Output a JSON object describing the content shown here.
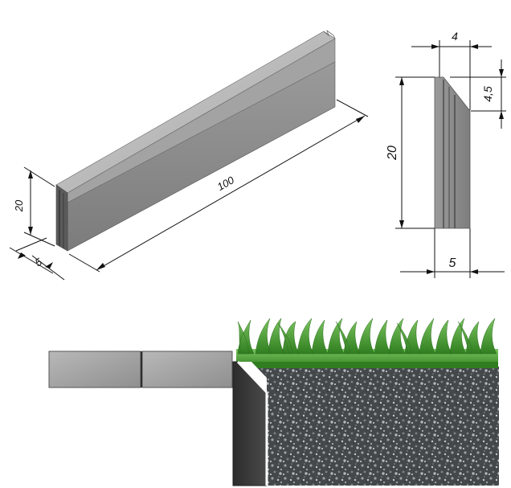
{
  "iso_view": {
    "height_label": "20",
    "length_label": "100",
    "width_label": "5"
  },
  "section_view": {
    "top_width_label": "4",
    "bevel_height_label": "4,5",
    "height_label": "20",
    "bottom_width_label": "5"
  },
  "colors": {
    "curb_face": "#8a8a8a",
    "curb_top": "#b9b9b9",
    "curb_dark": "#6a6a6a",
    "grass": "#3f9b2c",
    "gravel_base": "#4b4f52",
    "paving": "#a5a5a5"
  }
}
